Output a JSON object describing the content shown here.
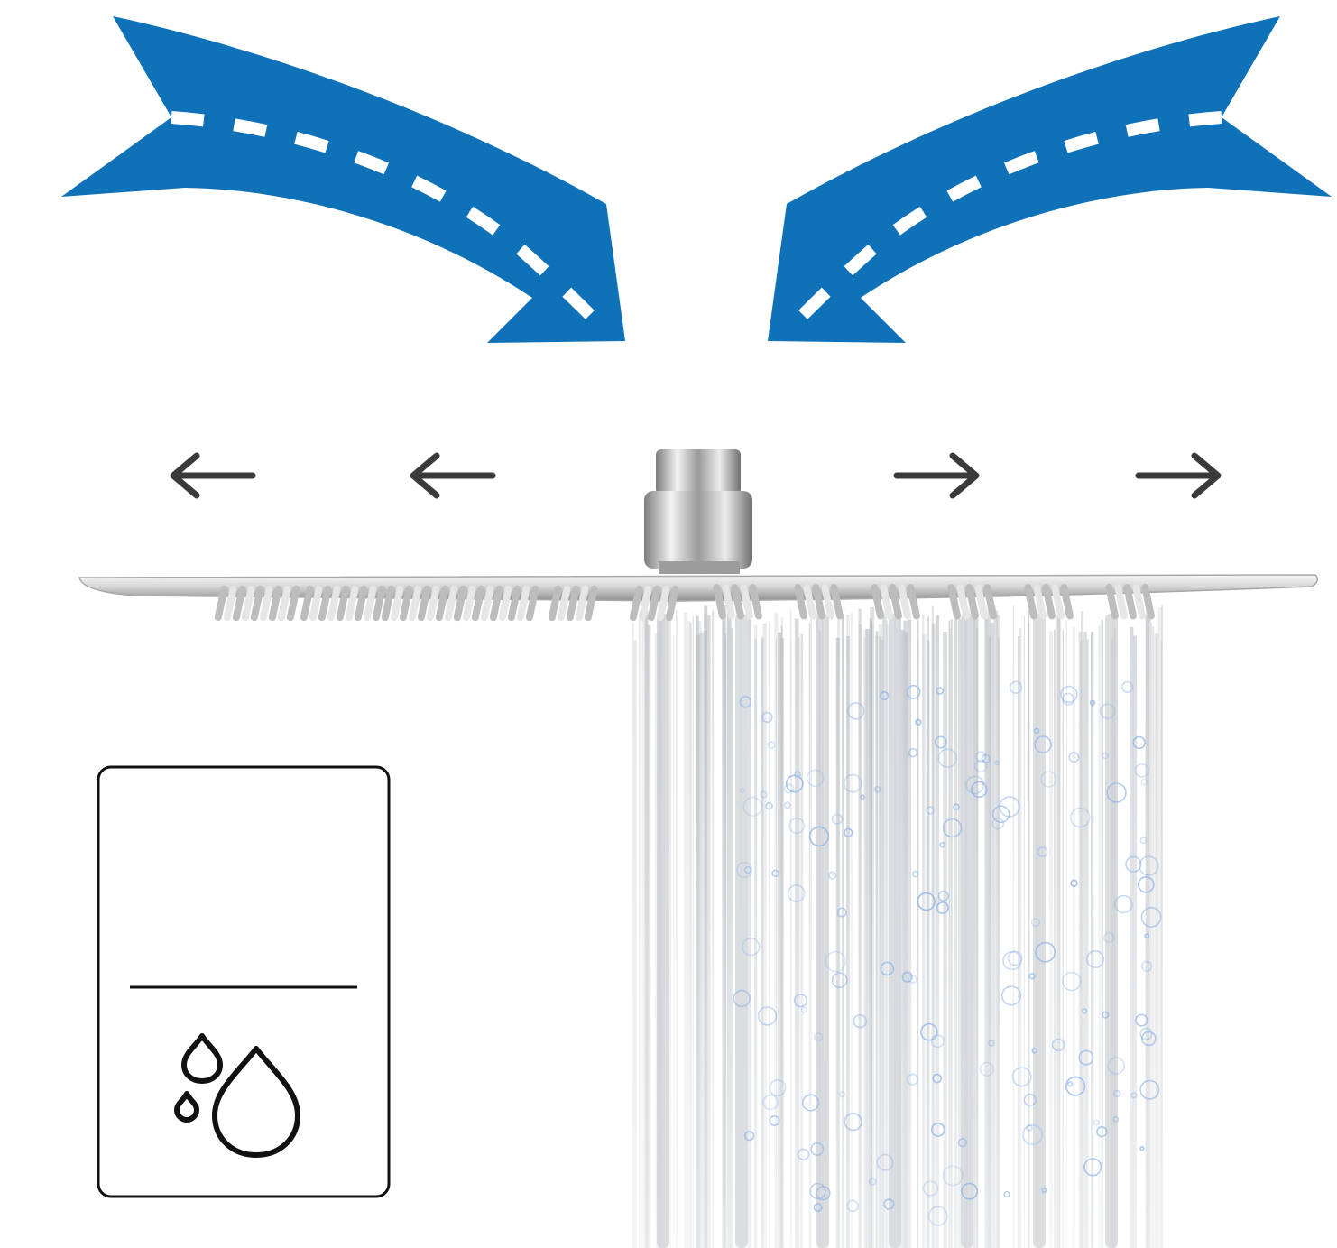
{
  "colors": {
    "background": "#ffffff",
    "arrow_blue": "#0f72b8",
    "arrow_dash": "#ffffff",
    "spread_arrow": "#3a3a3a",
    "chrome_light": "#f4f4f4",
    "chrome_mid": "#c9c9c9",
    "chrome_dark": "#8a8a8a",
    "water": "#cfd3d7",
    "bubble": "#8fb3e6",
    "icon_stroke": "#111111"
  },
  "icons": {
    "inflow_left": "curved-dashed-arrow-down-right",
    "inflow_right": "curved-dashed-arrow-down-left",
    "spread_left": "arrow-left",
    "spread_right": "arrow-right",
    "panel_symbol": "water-drops"
  }
}
